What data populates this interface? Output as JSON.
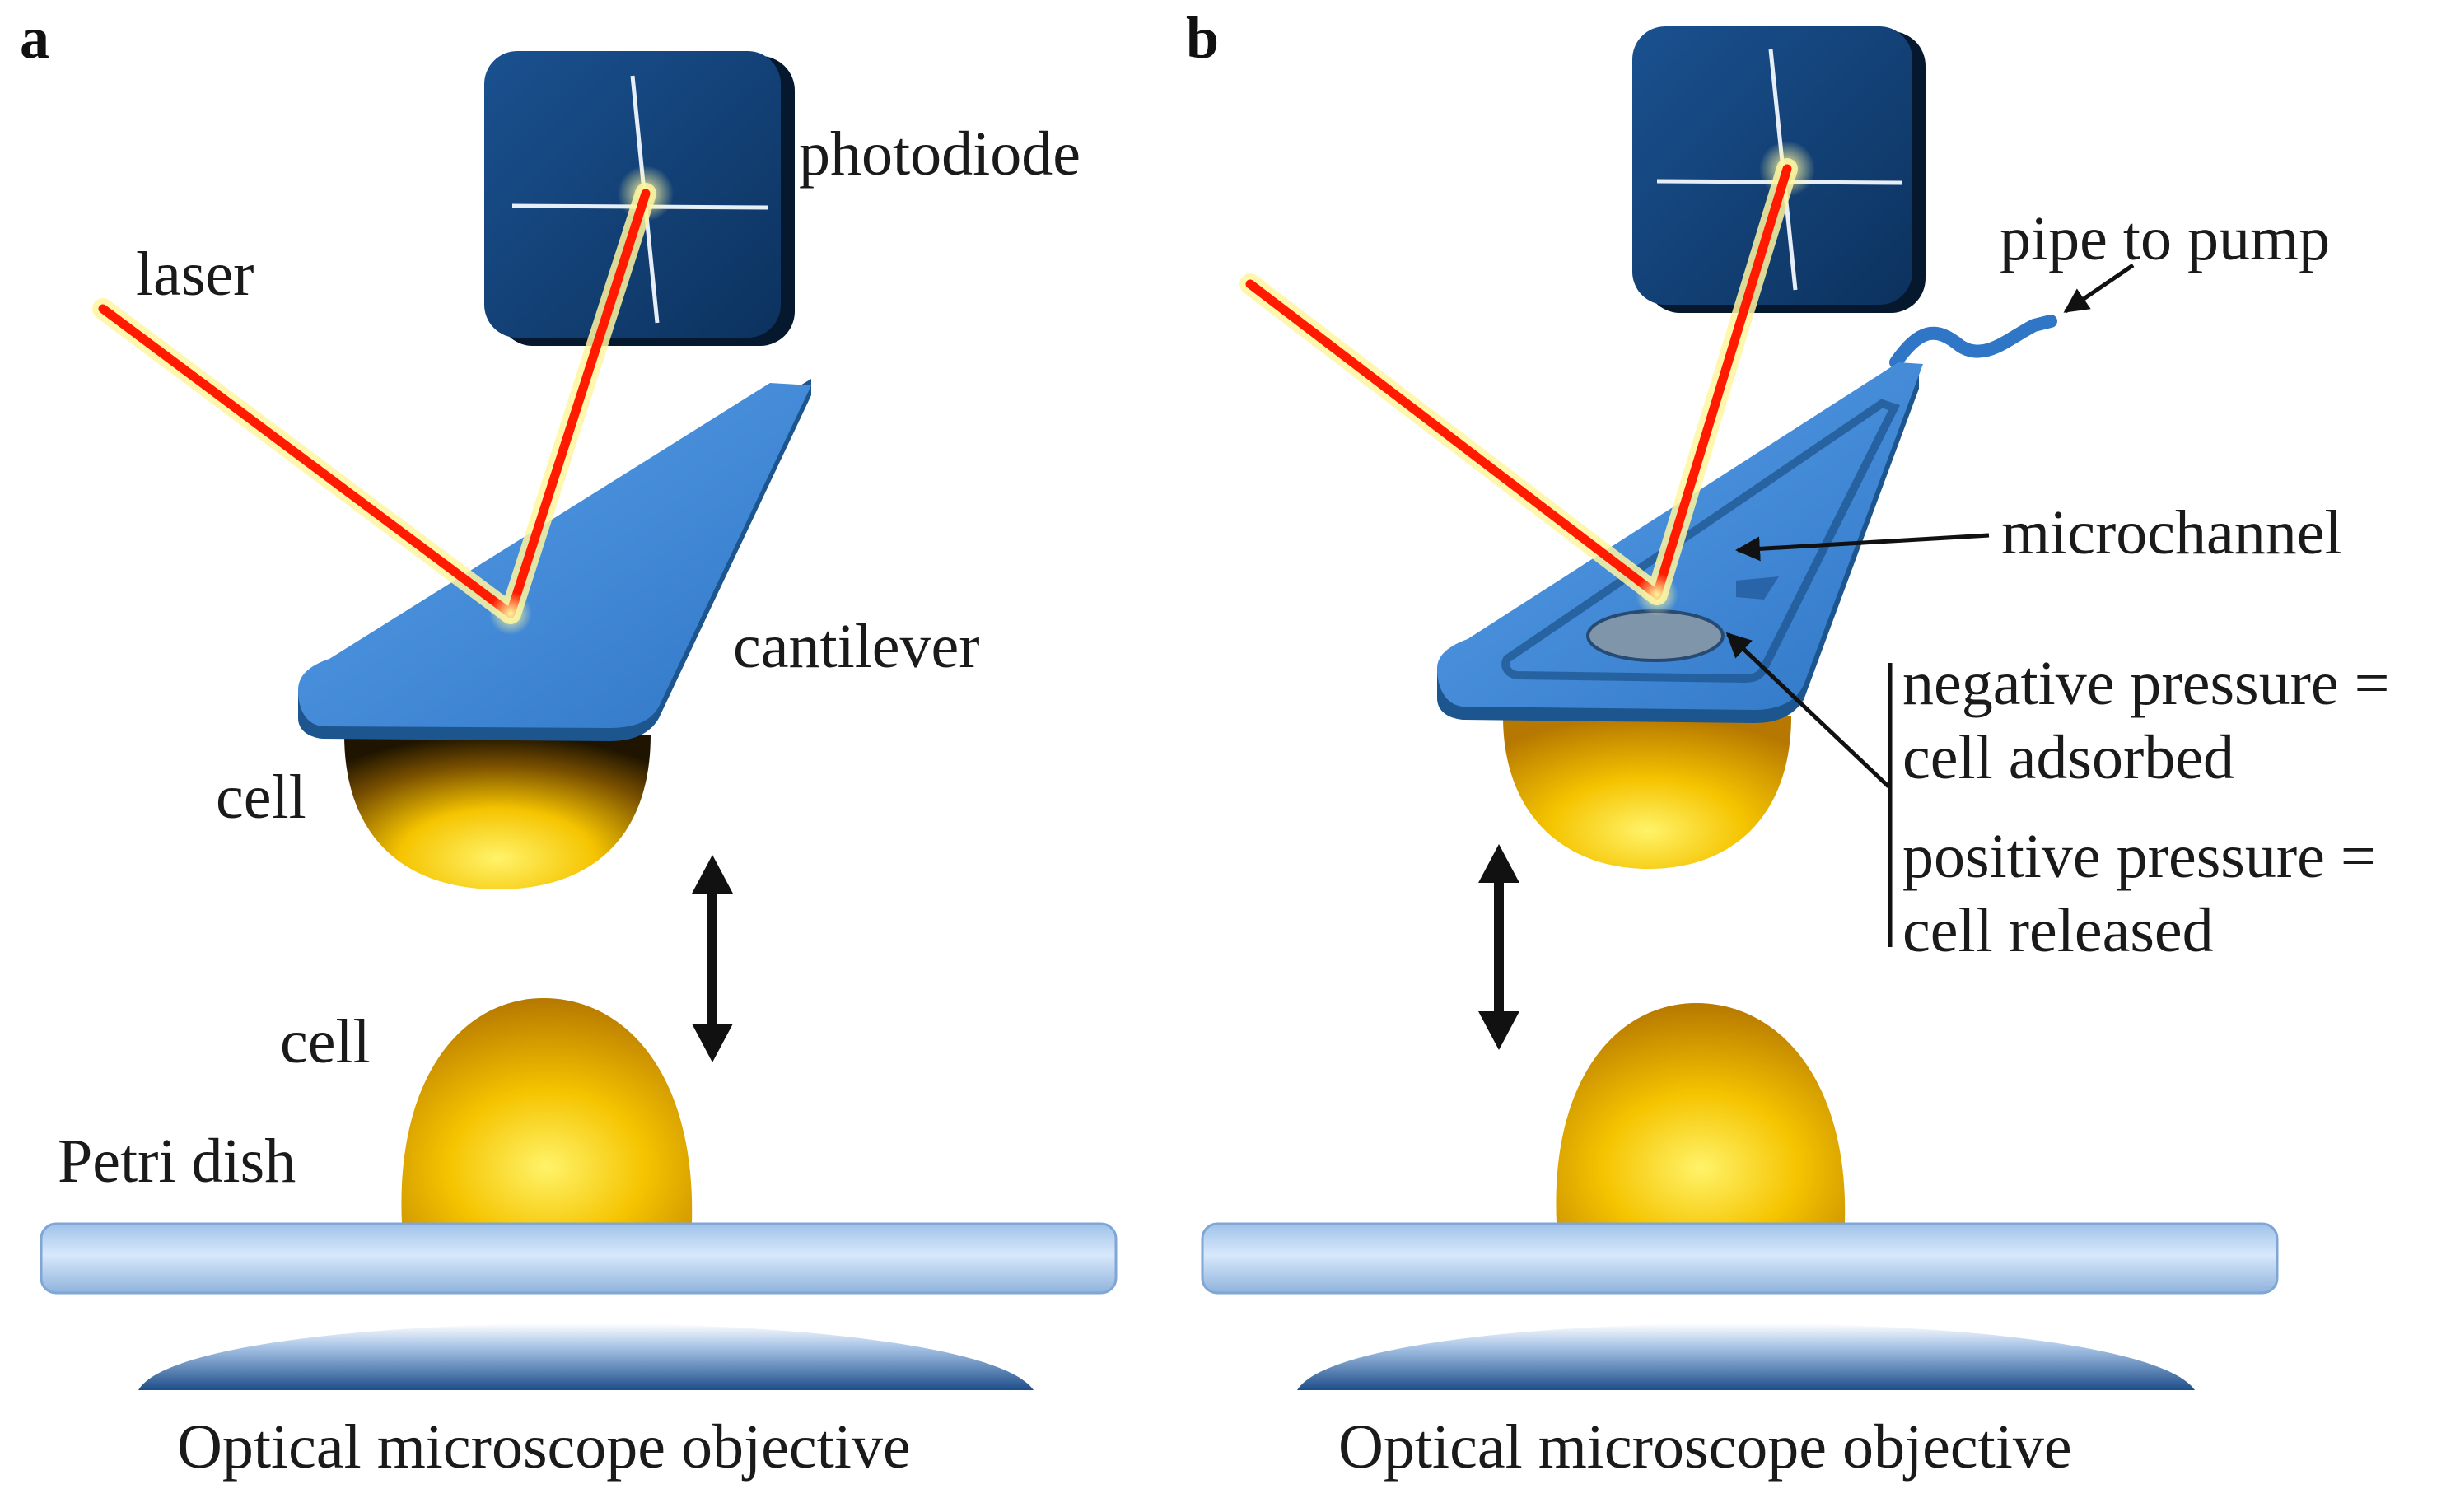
{
  "panels": [
    {
      "letter": "a",
      "labels": {
        "photodiode": "photodiode",
        "laser": "laser",
        "cantilever": "cantilever",
        "cell_top": "cell",
        "cell_bottom": "cell",
        "petri_dish": "Petri dish",
        "objective": "Optical microscope objective"
      }
    },
    {
      "letter": "b",
      "labels": {
        "pipe": "pipe to pump",
        "microchannel": "microchannel",
        "neg_line1": "negative pressure =",
        "neg_line2": "cell adsorbed",
        "pos_line1": "positive pressure =",
        "pos_line2": "cell released",
        "objective": "Optical microscope objective"
      }
    }
  ],
  "colors": {
    "photodiode": "#0f3f74",
    "cantilever": "#3f87d6",
    "laser": "#ff1a00",
    "cell": "#f4b400",
    "dish": "#b8d4f2"
  }
}
